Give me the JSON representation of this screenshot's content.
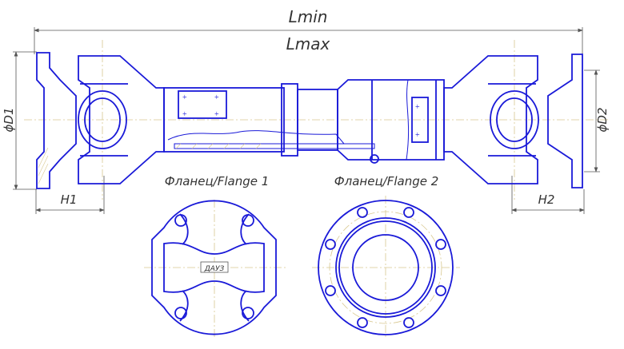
{
  "dimensions": {
    "lmin": "Lmin",
    "lmax": "Lmax",
    "d1": "ϕD1",
    "d2": "ϕD2",
    "h1": "H1",
    "h2": "H2"
  },
  "views": {
    "flange1_label": "Фланец/Flange 1",
    "flange2_label": "Фланец/Flange 2",
    "brand_mark": "ДАУЗ"
  },
  "colors": {
    "line": "#1a1ad8",
    "centerline": "#d8c890",
    "dimension": "#555555"
  }
}
